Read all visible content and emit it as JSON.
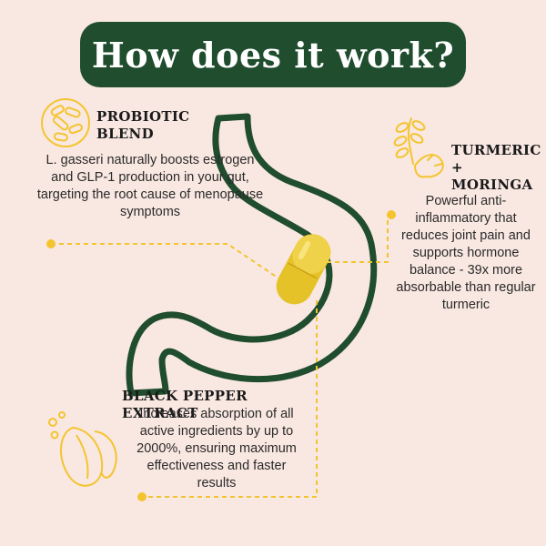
{
  "colors": {
    "background": "#f9e8e1",
    "title_pill": "#1f4d2e",
    "stomach_outline": "#1f4d2e",
    "accent_yellow": "#f4c430",
    "capsule_yellow": "#e6c229"
  },
  "title": "How does it work?",
  "sections": {
    "probiotic": {
      "heading": "PROBIOTIC\nBLEND",
      "body": "L. gasseri naturally boosts estrogen and GLP-1 production in your gut, targeting the root cause of menopause symptoms",
      "icon": "bacteria-icon"
    },
    "turmeric": {
      "heading": "TURMERIC + MORINGA",
      "body": "Powerful anti-inflammatory that reduces joint pain and supports hormone balance - 39x more absorbable than regular turmeric",
      "icon": "turmeric-moringa-icon"
    },
    "pepper": {
      "heading": "BLACK PEPPER EXTRACT",
      "body": "Increases absorption of all active ingredients by up to 2000%, ensuring maximum effectiveness and faster results",
      "icon": "black-pepper-icon"
    }
  }
}
